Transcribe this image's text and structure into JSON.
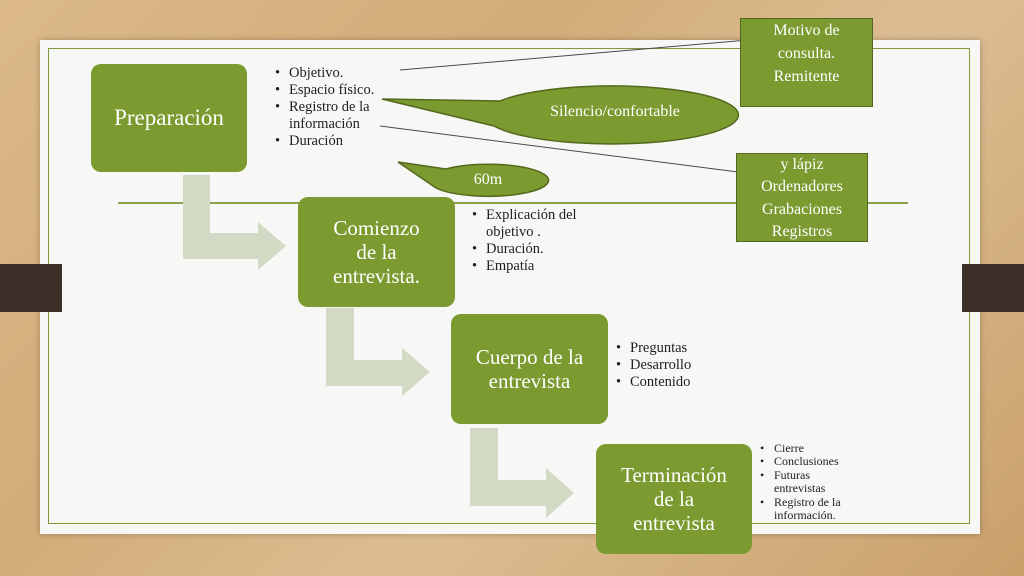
{
  "steps": [
    {
      "title": "Preparación",
      "bullets": [
        "Objetivo.",
        "Espacio físico.",
        "Registro de la información",
        "Duración"
      ]
    },
    {
      "title": "Comienzo\nde la\nentrevista.",
      "bullets": [
        "Explicación del objetivo .",
        "Duración.",
        "Empatía"
      ]
    },
    {
      "title": "Cuerpo de la\nentrevista",
      "bullets": [
        "Preguntas",
        "Desarrollo",
        "Contenido"
      ]
    },
    {
      "title": "Terminación\nde la\nentrevista",
      "bullets": [
        "Cierre",
        "Conclusiones",
        "Futuras entrevistas",
        "Registro de la información."
      ]
    }
  ],
  "notes": {
    "motivo": "Motivo de\nconsulta.\nRemitente",
    "registros": "y lápiz\nOrdenadores\nGrabaciones\nRegistros"
  },
  "callouts": {
    "silencio": "Silencio/confortable",
    "duracion": "60m"
  },
  "colors": {
    "box_green": "#7b9a2f",
    "arrow_gray": "#d2dac6",
    "line_green": "#8aa24a"
  }
}
